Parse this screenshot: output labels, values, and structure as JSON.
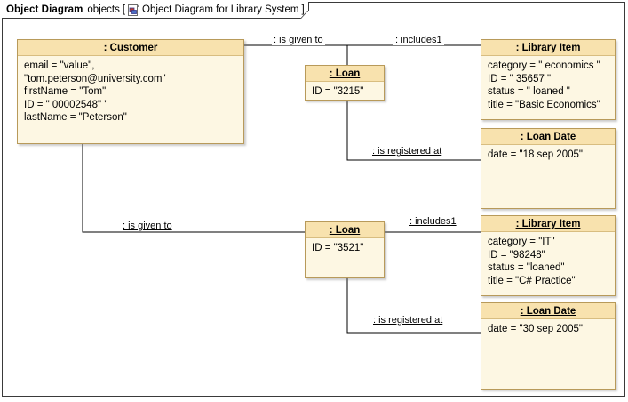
{
  "frame": {
    "kind": "Object Diagram",
    "name": "objects",
    "bracket_open": "[",
    "bracket_close": "]",
    "icon": "object-diagram-icon",
    "label": "Object Diagram for Library System"
  },
  "nodes": [
    {
      "id": "customer",
      "name": "customer-object",
      "title": ": Customer",
      "slots": [
        "email = \"value\",",
        "\"tom.peterson@university.com\"",
        "firstName = \"Tom\"",
        "ID = \" 00002548\" \"",
        "lastName = \"Peterson\""
      ]
    },
    {
      "id": "loan1",
      "name": "loan-object-3215",
      "title": ": Loan",
      "slots": [
        "ID = \"3215\""
      ]
    },
    {
      "id": "libraryitem1",
      "name": "library-item-object-35657",
      "title": ": Library Item",
      "slots": [
        "category = \" economics \"",
        "ID = \" 35657 \"",
        "status = \" loaned \"",
        "title = \"Basic Economics\""
      ]
    },
    {
      "id": "loandate1",
      "name": "loan-date-object-18sep2005",
      "title": ": Loan Date",
      "slots": [
        "date = \"18 sep 2005\""
      ]
    },
    {
      "id": "loan2",
      "name": "loan-object-3521",
      "title": ": Loan",
      "slots": [
        "ID = \"3521\""
      ]
    },
    {
      "id": "libraryitem2",
      "name": "library-item-object-98248",
      "title": ": Library Item",
      "slots": [
        "category = \"IT\"",
        "ID = \"98248\"",
        "status = \"loaned\"",
        "title = \"C# Practice\""
      ]
    },
    {
      "id": "loandate2",
      "name": "loan-date-object-30sep2005",
      "title": ": Loan Date",
      "slots": [
        "date = \"30 sep 2005\""
      ]
    }
  ],
  "links": [
    {
      "id": "l1",
      "name": "link-customer-loan1",
      "label": ": is given to"
    },
    {
      "id": "l2",
      "name": "link-loan1-libraryitem1",
      "label": ": includes1"
    },
    {
      "id": "l3",
      "name": "link-loan1-loandate1",
      "label": ": is registered at"
    },
    {
      "id": "l4",
      "name": "link-customer-loan2",
      "label": ": is given to"
    },
    {
      "id": "l5",
      "name": "link-loan2-libraryitem2",
      "label": ": includes1"
    },
    {
      "id": "l6",
      "name": "link-loan2-loandate2",
      "label": ": is registered at"
    }
  ],
  "colors": {
    "node_fill": "#fdf7e3",
    "node_header_fill": "#f8e2ae",
    "node_border": "#b89a5a",
    "frame_border": "#3a3a3a",
    "connector": "#000000"
  }
}
